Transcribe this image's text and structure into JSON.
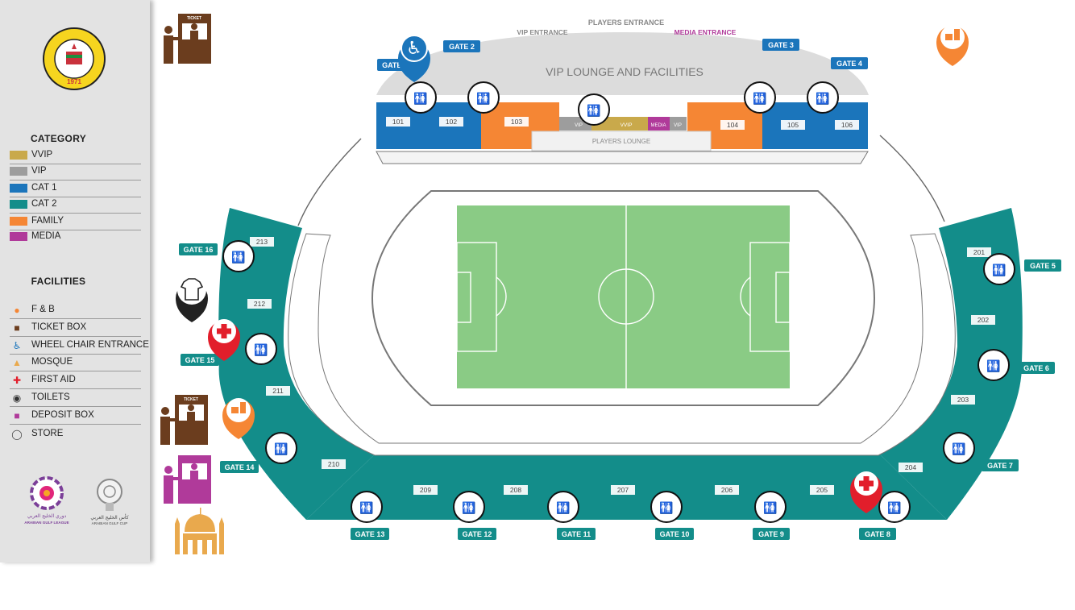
{
  "legend": {
    "category_title": "CATEGORY",
    "categories": [
      {
        "label": "VVIP",
        "color": "#c9a94b"
      },
      {
        "label": "VIP",
        "color": "#9d9d9d"
      },
      {
        "label": "CAT 1",
        "color": "#1b75bb"
      },
      {
        "label": "CAT 2",
        "color": "#138d8a"
      },
      {
        "label": "FAMILY",
        "color": "#f58634"
      },
      {
        "label": "MEDIA",
        "color": "#b03a9a"
      }
    ],
    "facilities_title": "FACILITIES",
    "facilities": [
      {
        "label": "F & B",
        "icon": "food-drink-icon"
      },
      {
        "label": "TICKET BOX",
        "icon": "ticket-box-icon"
      },
      {
        "label": "WHEEL CHAIR ENTRANCE",
        "icon": "wheelchair-icon"
      },
      {
        "label": "MOSQUE",
        "icon": "mosque-icon"
      },
      {
        "label": "FIRST AID",
        "icon": "first-aid-icon"
      },
      {
        "label": "TOILETS",
        "icon": "toilets-icon"
      },
      {
        "label": "DEPOSIT BOX",
        "icon": "deposit-box-icon"
      },
      {
        "label": "STORE",
        "icon": "store-icon"
      }
    ]
  },
  "logos": {
    "club_year": "1971",
    "league_ar": "دوري الخليج العربي",
    "league_en": "ARABIAN GULF LEAGUE",
    "cup_ar": "كأس الخليج العربي",
    "cup_en": "ARABIAN GULF CUP"
  },
  "stadium": {
    "top_labels": {
      "players_entrance": "PLAYERS ENTRANCE",
      "vip_entrance": "VIP ENTRANCE",
      "media_entrance": "MEDIA ENTRANCE",
      "vip_lounge": "VIP LOUNGE AND FACILITIES",
      "players_lounge": "PLAYERS LOUNGE"
    },
    "top_boxes": {
      "vip": "VIP",
      "vvip": "VVIP",
      "media": "MEDIA",
      "vip2": "VIP"
    },
    "ticket_sign": "TICKET",
    "sections": {
      "s101": "101",
      "s102": "102",
      "s103": "103",
      "s104": "104",
      "s105": "105",
      "s106": "106",
      "s201": "201",
      "s202": "202",
      "s203": "203",
      "s204": "204",
      "s205": "205",
      "s206": "206",
      "s207": "207",
      "s208": "208",
      "s209": "209",
      "s210": "210",
      "s211": "211",
      "s212": "212",
      "s213": "213"
    },
    "gates": {
      "g1": "GATE 1",
      "g2": "GATE 2",
      "g3": "GATE 3",
      "g4": "GATE 4",
      "g5": "GATE 5",
      "g6": "GATE 6",
      "g7": "GATE 7",
      "g8": "GATE 8",
      "g9": "GATE 9",
      "g10": "GATE 10",
      "g11": "GATE 11",
      "g12": "GATE 12",
      "g13": "GATE 13",
      "g14": "GATE 14",
      "g15": "GATE 15",
      "g16": "GATE 16"
    },
    "colors": {
      "cat1": "#1b75bb",
      "cat2": "#138d8a",
      "family": "#f58634",
      "pitch": "#8acb85",
      "first_aid": "#e21e2b",
      "fnb": "#f58634",
      "ticket": "#6b3d1e",
      "deposit": "#b03a9a",
      "mosque": "#e9a94d"
    }
  }
}
